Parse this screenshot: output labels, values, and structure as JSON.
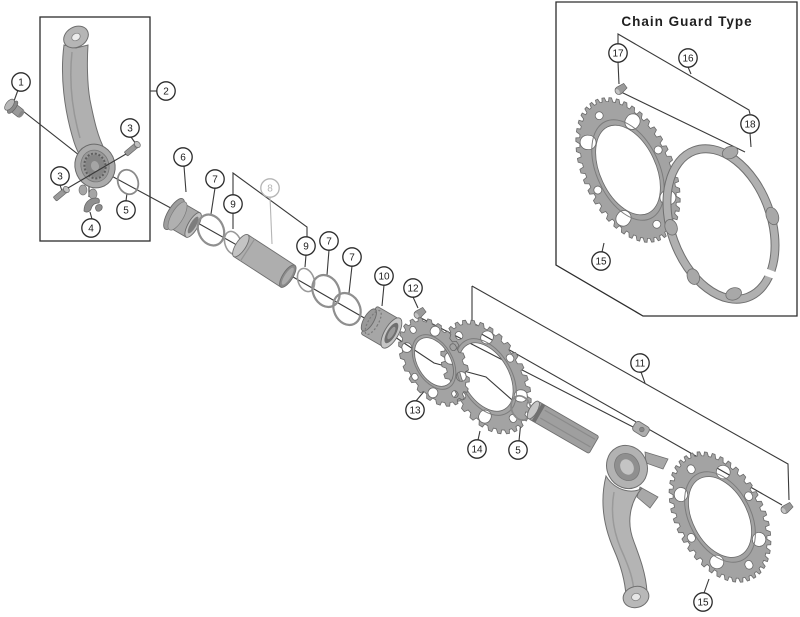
{
  "figure": {
    "type": "exploded-parts-diagram",
    "inset_title": "Chain Guard Type",
    "callouts": [
      {
        "label": "1"
      },
      {
        "label": "2"
      },
      {
        "label": "3"
      },
      {
        "label": "3"
      },
      {
        "label": "4"
      },
      {
        "label": "5"
      },
      {
        "label": "6"
      },
      {
        "label": "7"
      },
      {
        "label": "8"
      },
      {
        "label": "9"
      },
      {
        "label": "9"
      },
      {
        "label": "7"
      },
      {
        "label": "7"
      },
      {
        "label": "10"
      },
      {
        "label": "12"
      },
      {
        "label": "13"
      },
      {
        "label": "14"
      },
      {
        "label": "5"
      },
      {
        "label": "11"
      },
      {
        "label": "15"
      },
      {
        "label": "15"
      },
      {
        "label": "16"
      },
      {
        "label": "17"
      },
      {
        "label": "18"
      }
    ],
    "colors": {
      "line": "#3a3a3a",
      "part_fill": "#a8a8a8",
      "part_stroke": "#6a6a6a",
      "faded": "#b4b4b4",
      "background": "#ffffff"
    }
  }
}
